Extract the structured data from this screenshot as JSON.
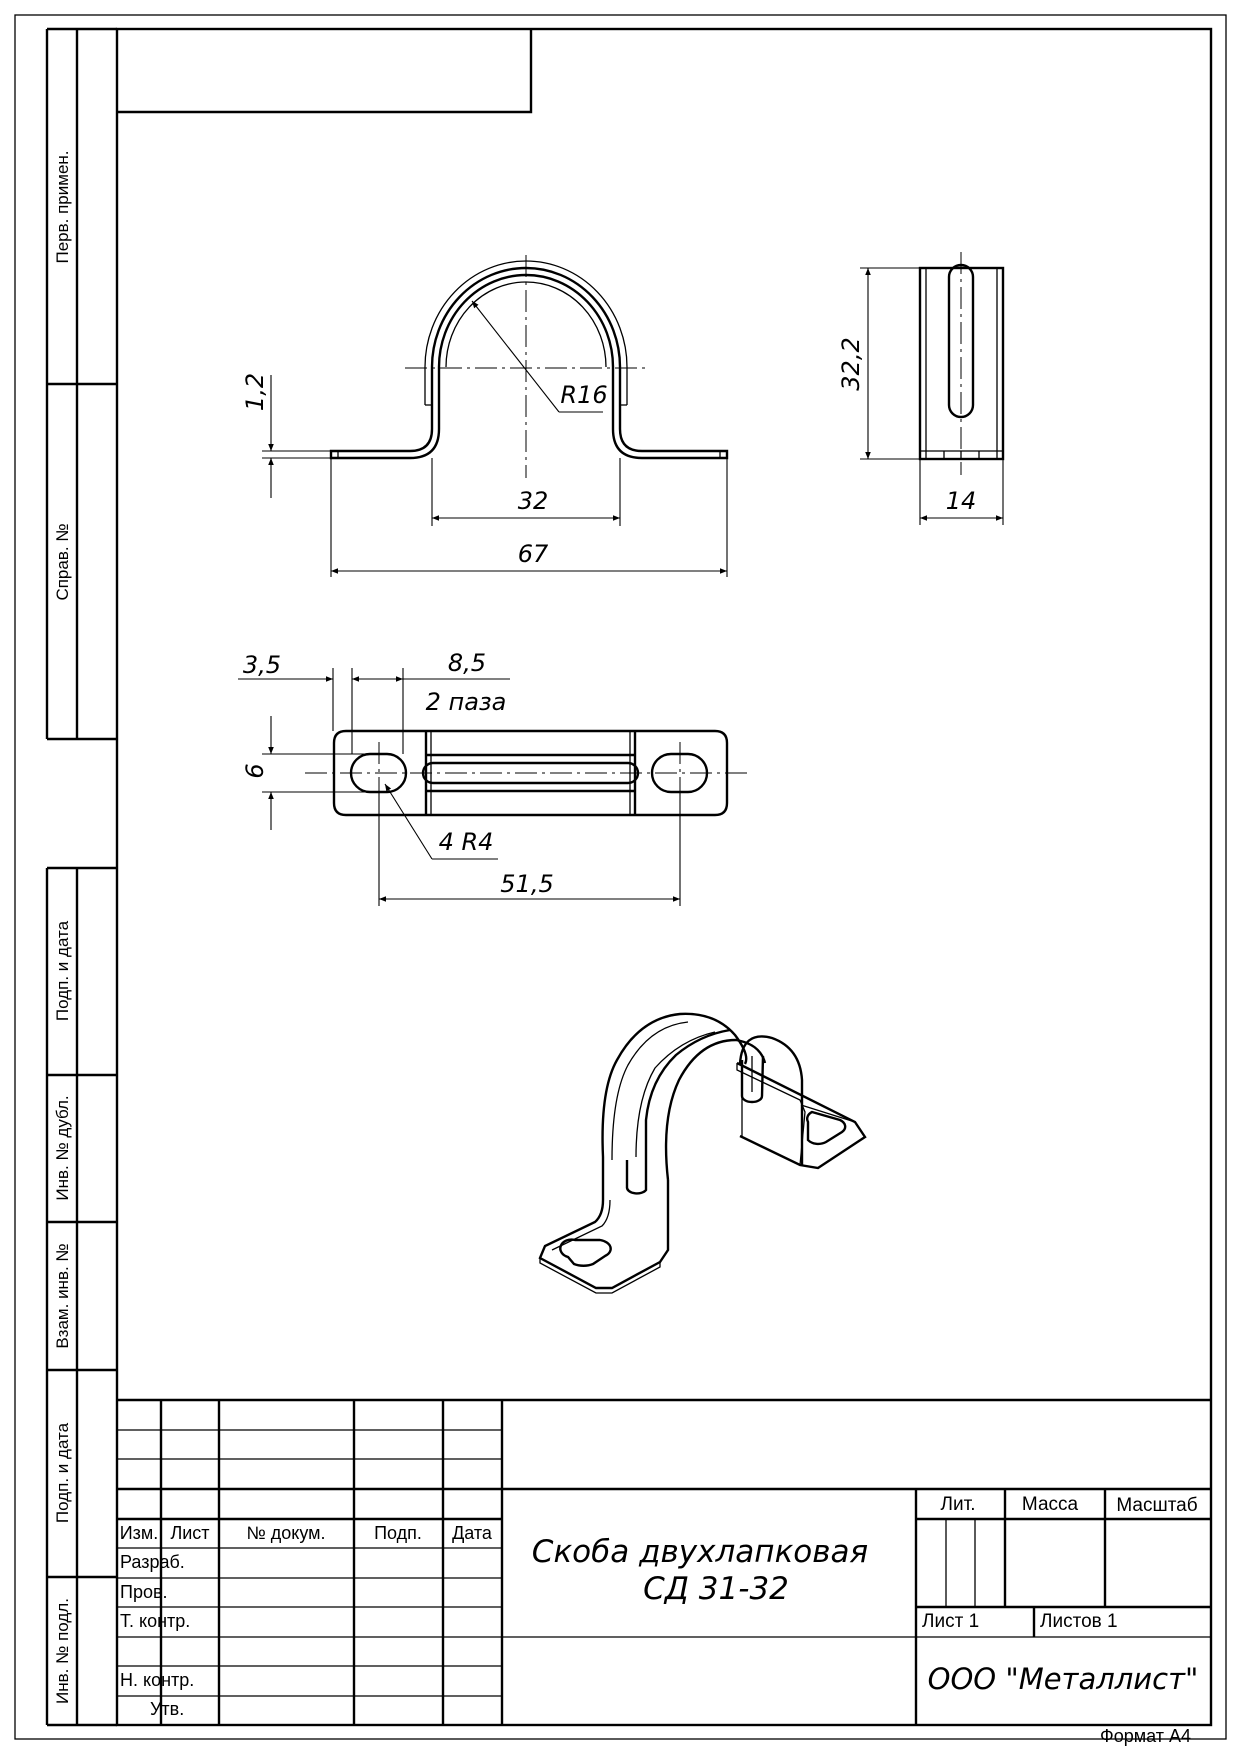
{
  "left_strip": {
    "perv_primen": "Перв. примен.",
    "sprav_no": "Справ. №",
    "podp_data_top": "Подп. и дата",
    "inv_no_dubl": "Инв. № дубл.",
    "vzam_inv_no": "Взам. инв. №",
    "podp_data_bottom": "Подп. и дата",
    "inv_no_podl": "Инв. № подл."
  },
  "dimensions": {
    "thickness": "1,2",
    "radius": "R16",
    "inner_width": "32",
    "overall_length": "67",
    "height": "32,2",
    "width": "14",
    "edge_offset": "3,5",
    "slot_length": "8,5",
    "slot_count": "2 паза",
    "slot_width": "6",
    "corner_radius": "4 R4",
    "hole_spacing": "51,5"
  },
  "title_block": {
    "headers": {
      "izm": "Изм.",
      "list": "Лист",
      "doc_no": "№ докум.",
      "podp": "Подп.",
      "data": "Дата"
    },
    "roles": [
      "Разраб.",
      "Пров.",
      "Т. контр.",
      "",
      "Н. контр.",
      "Утв."
    ],
    "lit": "Лит.",
    "massa": "Масса",
    "masshtab": "Масштаб",
    "title_line1": "Скоба двухлапковая",
    "title_line2": "СД 31-32",
    "sheet": "Лист 1",
    "sheets": "Листов 1",
    "organization": "ООО \"Металлист\""
  },
  "format": "Формат А4"
}
